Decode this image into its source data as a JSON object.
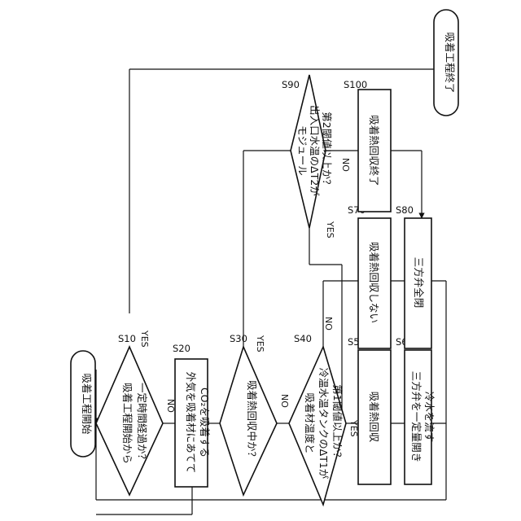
{
  "start": {
    "label": "吸着工程開始"
  },
  "end": {
    "label": "吸着工程終了"
  },
  "steps": {
    "s10": {
      "id": "S10",
      "line1": "吸着工程開始から",
      "line2": "一定時間経過か？",
      "yes": "YES",
      "no": "NO"
    },
    "s20": {
      "id": "S20",
      "line1": "外気を吸着材にあてて",
      "line2": "CO₂を吸着する"
    },
    "s30": {
      "id": "S30",
      "line1": "吸着熱回収中か？",
      "yes": "YES",
      "no": "NO"
    },
    "s40": {
      "id": "S40",
      "line1": "吸着材温度と",
      "line2": "冷温水温タンクのΔT1が",
      "line3": "第1閾値以上か？",
      "yes": "YES",
      "no": "NO"
    },
    "s50": {
      "id": "S50",
      "line1": "吸着熱回収"
    },
    "s60": {
      "id": "S60",
      "line1": "三方弁を一定量開き",
      "line2": "冷水を流す"
    },
    "s70": {
      "id": "S70",
      "line1": "吸着熱回収しない"
    },
    "s80": {
      "id": "S80",
      "line1": "三方弁全閉"
    },
    "s90": {
      "id": "S90",
      "line1": "モジュール",
      "line2": "出入口水温のΔT2が",
      "line3": "第2閾値以上か？",
      "yes": "YES",
      "no": "NO"
    },
    "s100": {
      "id": "S100",
      "line1": "吸着熱回収終了"
    }
  }
}
